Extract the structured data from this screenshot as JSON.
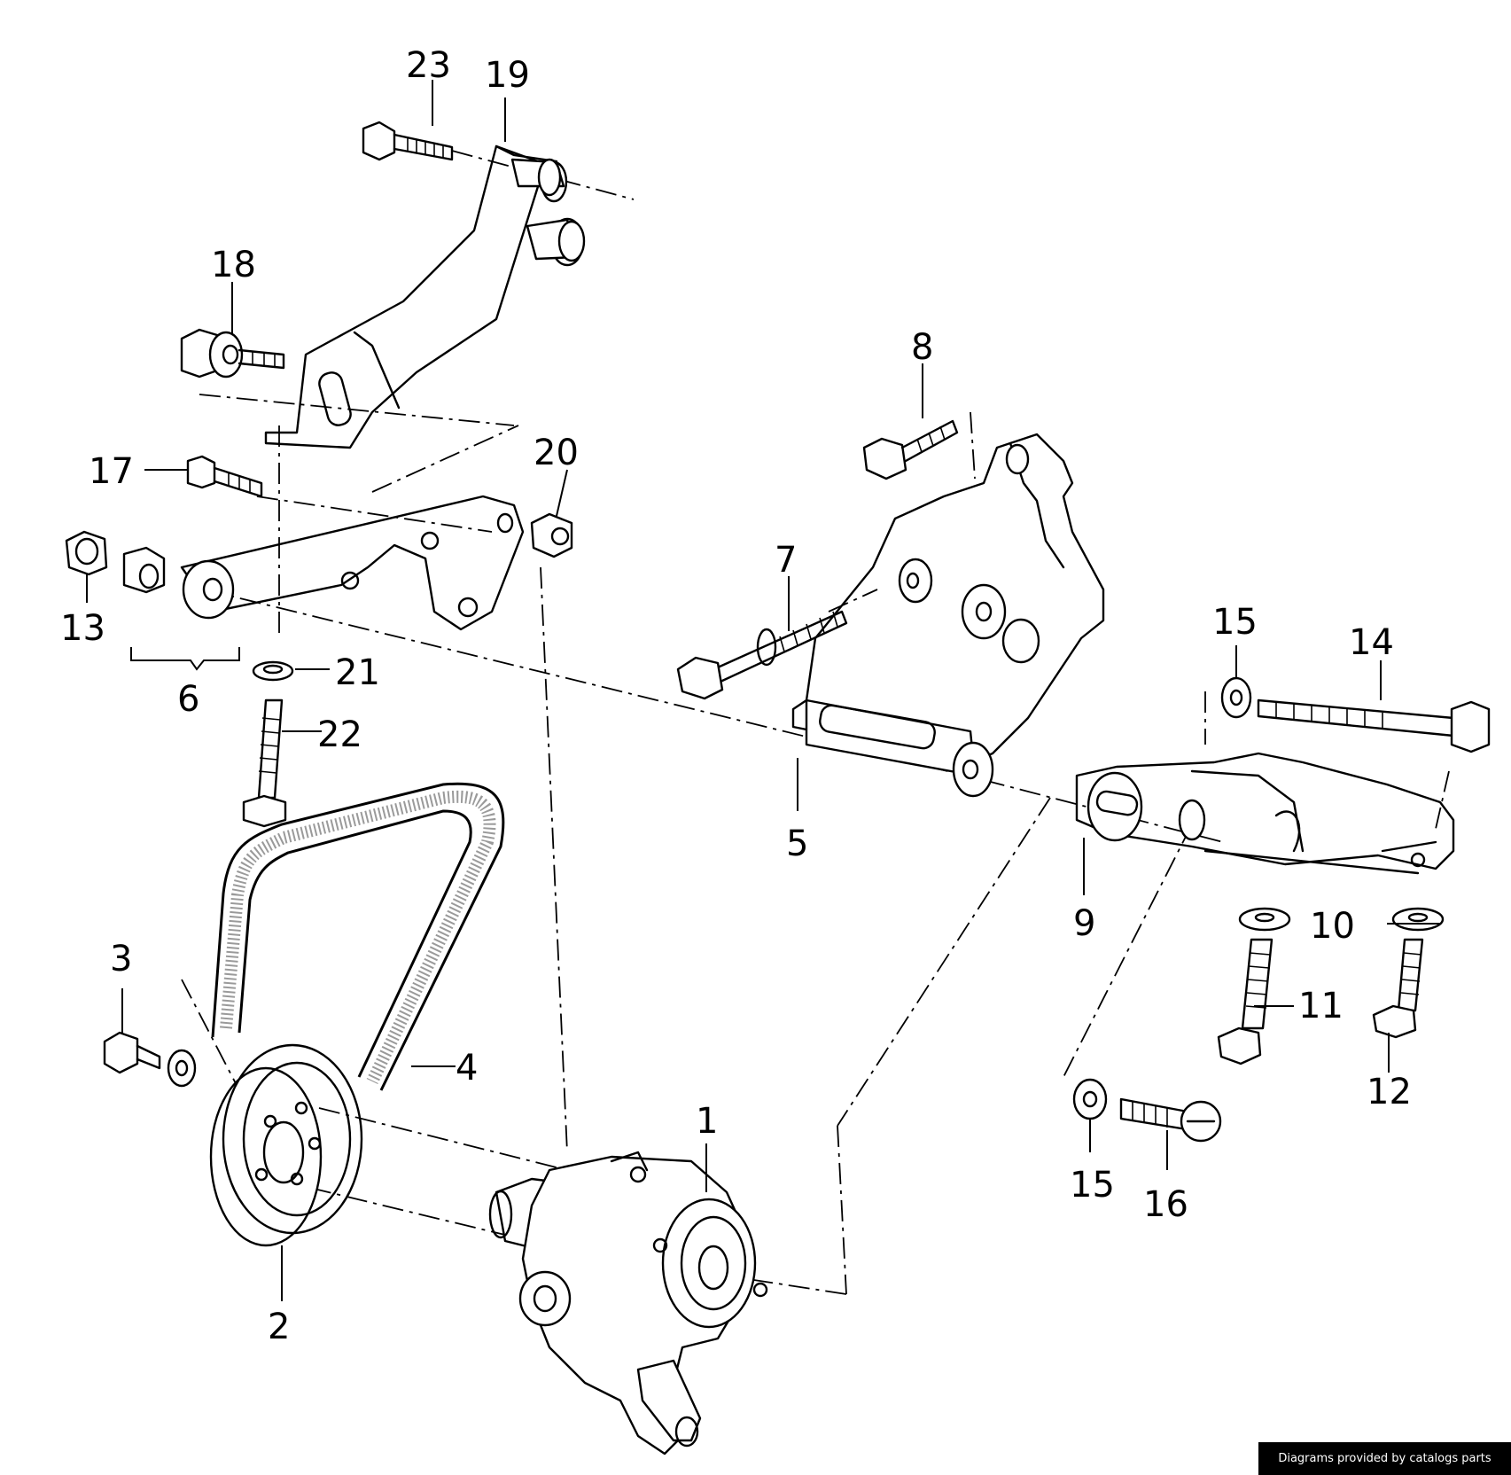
{
  "callouts": {
    "c1": "1",
    "c2": "2",
    "c3": "3",
    "c4": "4",
    "c5": "5",
    "c6": "6",
    "c7": "7",
    "c8": "8",
    "c9": "9",
    "c10": "10",
    "c11": "11",
    "c12": "12",
    "c13": "13",
    "c14": "14",
    "c15a": "15",
    "c15b": "15",
    "c16": "16",
    "c17": "17",
    "c18": "18",
    "c19": "19",
    "c20": "20",
    "c21": "21",
    "c22": "22",
    "c23": "23"
  },
  "footer": {
    "credit": "Diagrams provided by catalogs parts"
  }
}
